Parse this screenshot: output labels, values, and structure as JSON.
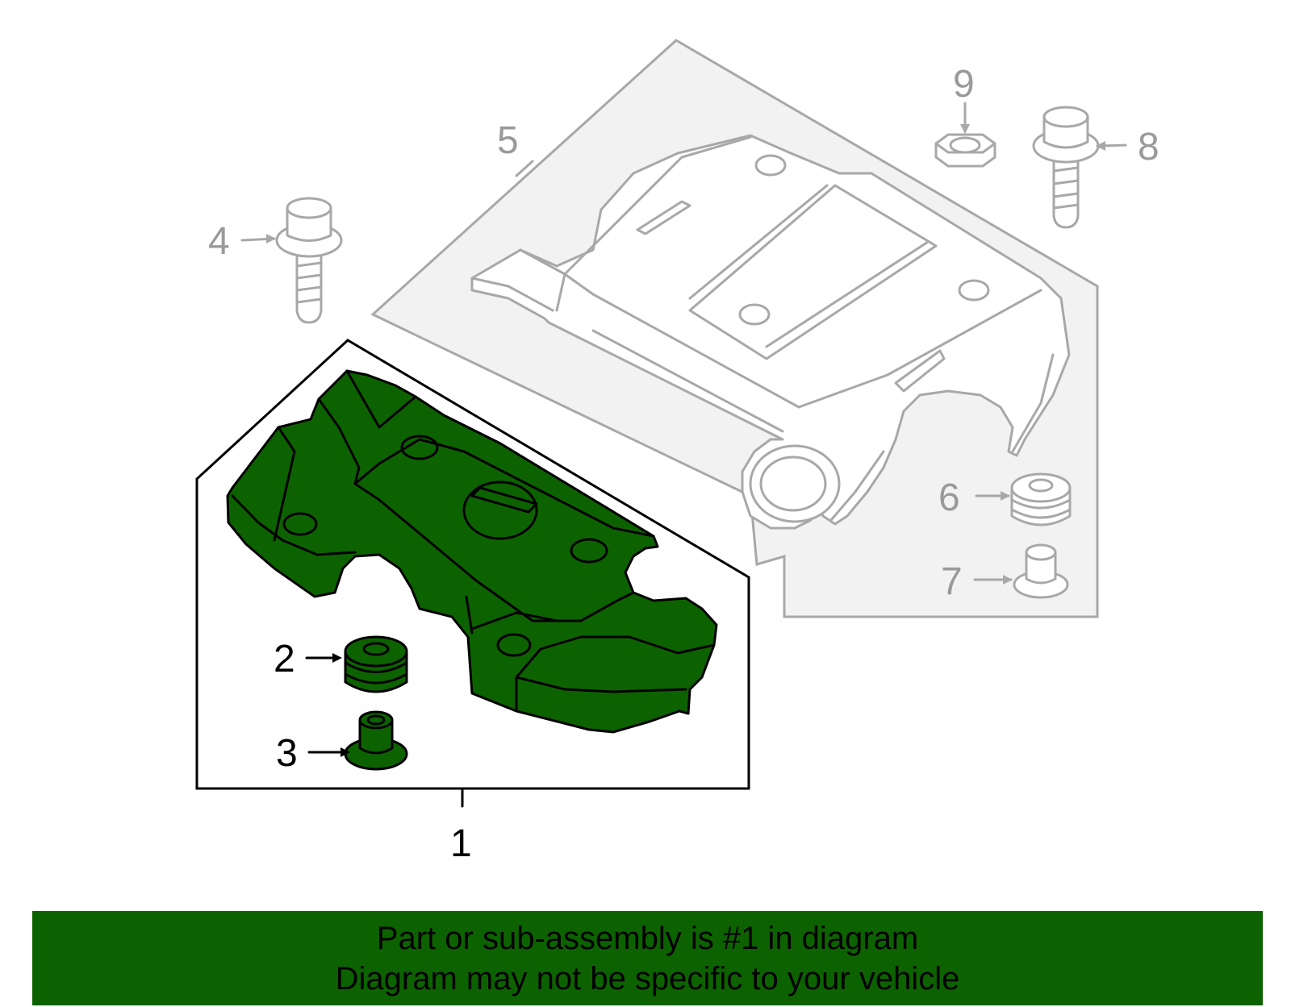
{
  "callouts": {
    "c1": "1",
    "c2": "2",
    "c3": "3",
    "c4": "4",
    "c5": "5",
    "c6": "6",
    "c7": "7",
    "c8": "8",
    "c9": "9"
  },
  "banner": {
    "line1": "Part or sub-assembly is #1 in diagram",
    "line2": "Diagram may not be specific to your vehicle"
  },
  "colors": {
    "highlight_green": "#0d6200",
    "banner_green": "#0d6200",
    "secondary_grey": "#a8a8a8"
  }
}
